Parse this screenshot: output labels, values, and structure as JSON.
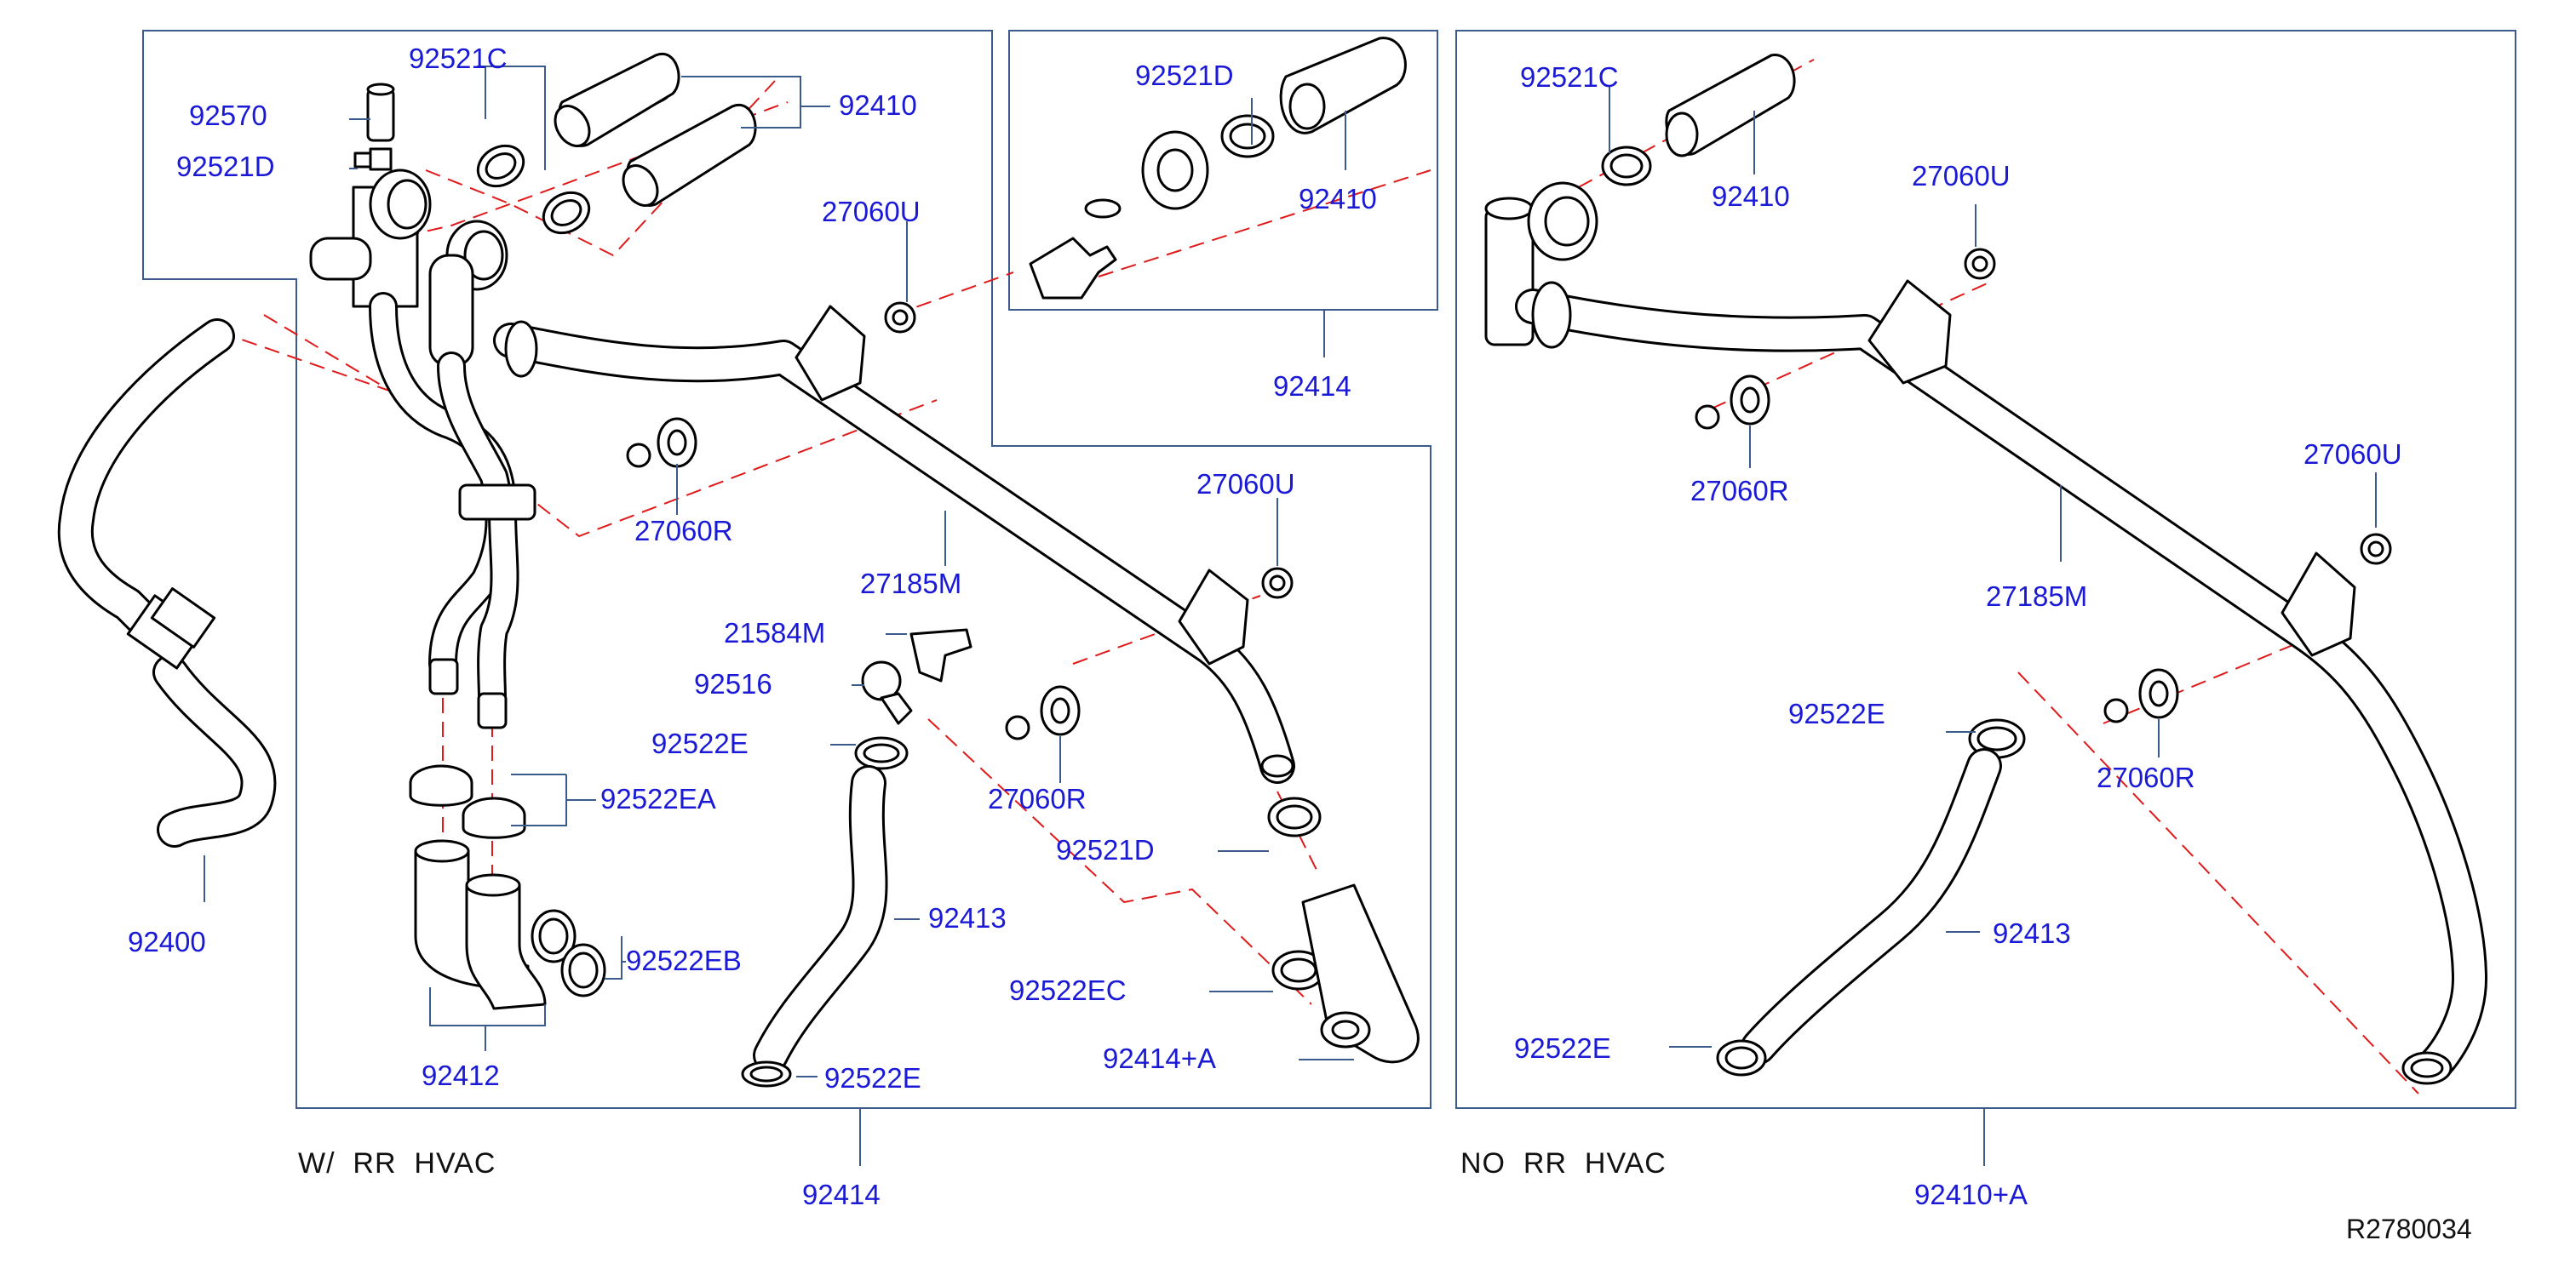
{
  "diagram_ref": "R2780034",
  "captions": {
    "left": "W/  RR  HVAC",
    "right": "NO  RR  HVAC"
  },
  "labels": {
    "l_92521C": "92521C",
    "l_92570": "92570",
    "l_92521D_a": "92521D",
    "l_92410_a": "92410",
    "l_27060U_a": "27060U",
    "l_27060R_a": "27060R",
    "l_27185M_a": "27185M",
    "l_27060U_b": "27060U",
    "l_21584M": "21584M",
    "l_92516": "92516",
    "l_92522E_a": "92522E",
    "l_27060R_b": "27060R",
    "l_92522EA": "92522EA",
    "l_92521D_b": "92521D",
    "l_92413_a": "92413",
    "l_92522EB": "92522EB",
    "l_92522EC": "92522EC",
    "l_92414A": "92414+A",
    "l_92522E_b": "92522E",
    "l_92412": "92412",
    "l_92400": "92400",
    "l_92414_bottom": "92414",
    "i_92521D": "92521D",
    "i_92410": "92410",
    "i_92414": "92414",
    "r_92521C": "92521C",
    "r_92410": "92410",
    "r_27060U_a": "27060U",
    "r_27060R_a": "27060R",
    "r_27060U_b": "27060U",
    "r_27185M": "27185M",
    "r_92522E_a": "92522E",
    "r_27060R_b": "27060R",
    "r_92413": "92413",
    "r_92522E_b": "92522E",
    "r_92410A": "92410+A"
  },
  "colors": {
    "label": "#1a1ad6",
    "frame": "#3a5b8c",
    "centerline": "#e01a1a",
    "part_outline": "#000000"
  }
}
